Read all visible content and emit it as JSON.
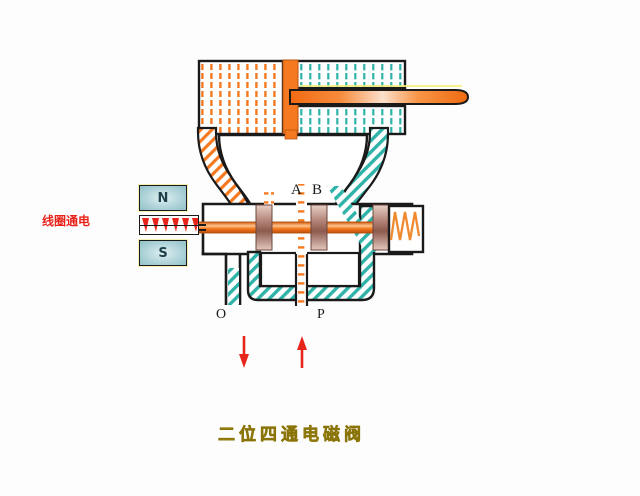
{
  "diagram": {
    "title": "二位四通电磁阀",
    "title_translation_hint": "two-position four-way solenoid valve",
    "background_color": "#fdfdfe"
  },
  "annotations": {
    "coil_label": "线圈通电",
    "coil_label_color": "#e8251b",
    "port_a": "A",
    "port_b": "B",
    "port_o": "O",
    "port_p": "P"
  },
  "magnets": {
    "north": "N",
    "south": "S"
  },
  "palette": {
    "outline": "#1a1a1a",
    "orange_fluid": "#f47920",
    "teal_fluid": "#2fb3a8",
    "spool_land": "#a9766a",
    "spring": "#f08a30",
    "arrow_red": "#e8251b",
    "highlight_yellow": "#f6ef7a",
    "magnet_face": "#a8d2d8"
  },
  "flow_arrows": [
    {
      "name": "arrow-o-down",
      "direction": "down",
      "near_port": "O"
    },
    {
      "name": "arrow-p-up",
      "direction": "up",
      "near_port": "P"
    }
  ]
}
